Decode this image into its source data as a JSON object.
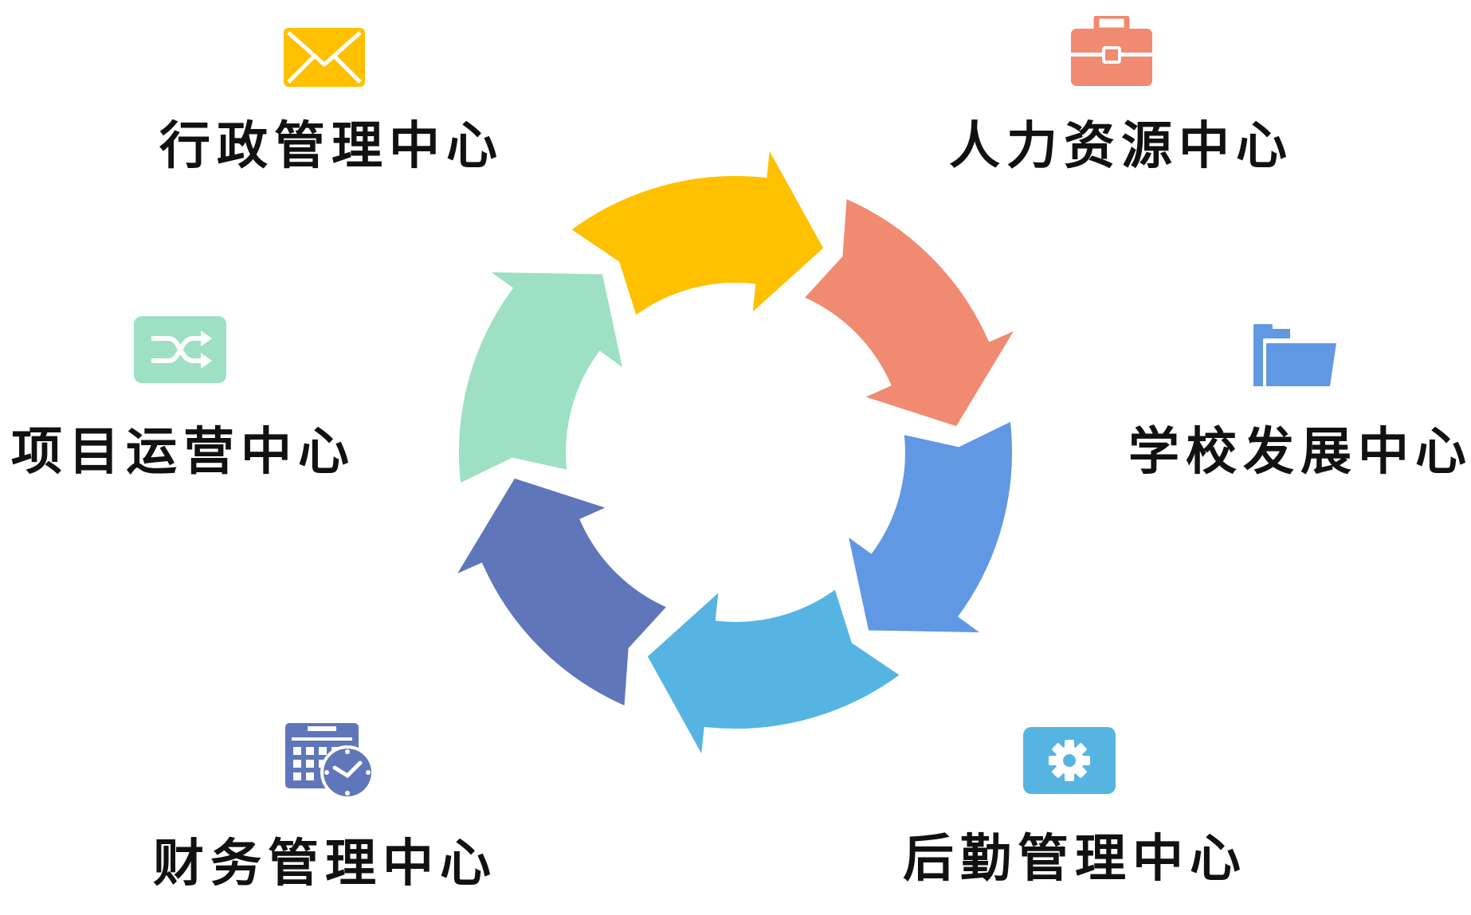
{
  "diagram": {
    "type": "cycle",
    "segments": [
      {
        "label": "行政管理中心",
        "color": "#FFC000",
        "icon": "envelope-icon"
      },
      {
        "label": "人力资源中心",
        "color": "#F08A70",
        "icon": "briefcase-icon"
      },
      {
        "label": "学校发展中心",
        "color": "#6098E4",
        "icon": "folder-icon"
      },
      {
        "label": "后勤管理中心",
        "color": "#56B4E3",
        "icon": "gear-icon"
      },
      {
        "label": "财务管理中心",
        "color": "#5F76BA",
        "icon": "calendar-clock-icon"
      },
      {
        "label": "项目运营中心",
        "color": "#9DE0C4",
        "icon": "shuffle-icon"
      }
    ]
  }
}
